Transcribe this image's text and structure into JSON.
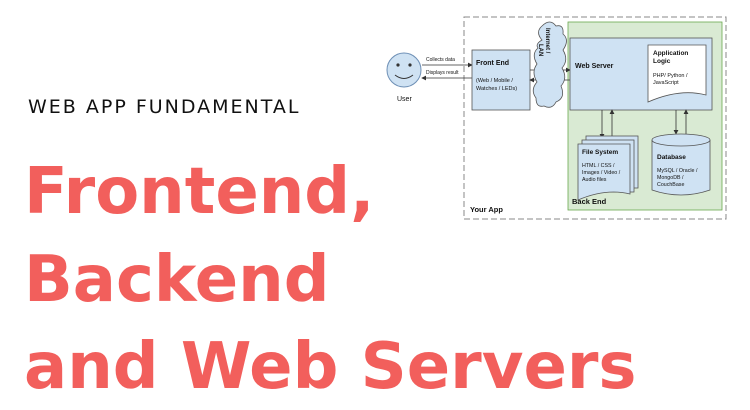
{
  "heading": {
    "subtitle": "WEB APP FUNDAMENTAL",
    "title_line1": "Frontend,",
    "title_line2": "Backend",
    "title_line3": "and Web Servers"
  },
  "diagram": {
    "user_label": "User",
    "arrow_collects": "Collects data",
    "arrow_displays": "Displays result",
    "front_end_title": "Front End",
    "front_end_desc_1": "(Web / Mobile /",
    "front_end_desc_2": "Watches / LEDs)",
    "network_label_1": "Internet /",
    "network_label_2": "LAN",
    "web_server": "Web Server",
    "app_logic_title_1": "Application",
    "app_logic_title_2": "Logic",
    "app_logic_desc_1": "PHP/ Python /",
    "app_logic_desc_2": "JavaScript",
    "file_system_title": "File System",
    "file_system_desc_1": "HTML / CSS /",
    "file_system_desc_2": "Images / Video /",
    "file_system_desc_3": "Audio files",
    "database_title": "Database",
    "database_desc_1": "MySQL / Oracle /",
    "database_desc_2": "MongoDB /",
    "database_desc_3": "CouchBase",
    "back_end_label": "Back End",
    "your_app_label": "Your App"
  },
  "colors": {
    "title": "#f25f5c",
    "back_end_fill": "#d9ead3",
    "box_fill": "#cfe2f3"
  }
}
